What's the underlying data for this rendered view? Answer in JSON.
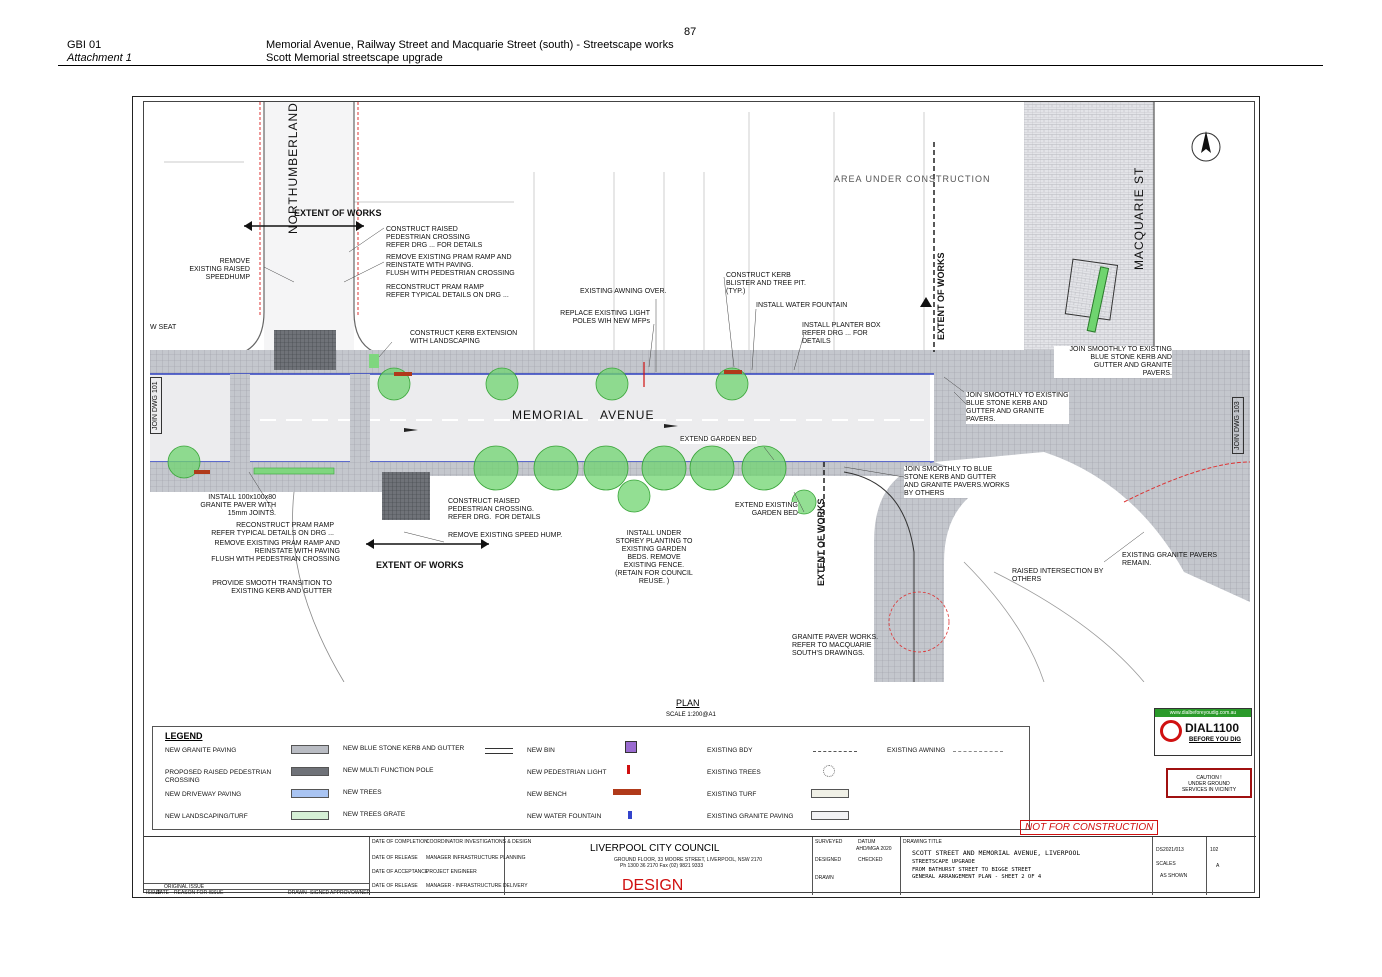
{
  "page": {
    "number": "87",
    "left_line1": "GBI 01",
    "left_line2": "Attachment 1",
    "title_line1": "Memorial Avenue, Railway Street and Macquarie Street (south) - Streetscape works",
    "title_line2": "Scott Memorial streetscape upgrade"
  },
  "streets": {
    "northumberland": "NORTHUMBERLAND",
    "macquarie": "MACQUARIE   ST",
    "memorial": "MEMORIAL",
    "avenue": "AVENUE",
    "area_under_construction": "AREA UNDER CONSTRUCTION",
    "w_seat": "W SEAT",
    "join_dwg_101": "JOIN DWG 101",
    "join_dwg_103": "JOIN DWG 103"
  },
  "extents": {
    "top_left": "EXTENT OF WORKS",
    "bottom_left": "EXTENT OF WORKS",
    "top_right": "EXTENT OF WORKS",
    "bottom_right": "EXTENT OF WORKS"
  },
  "notes": {
    "construct_raised": "CONSTRUCT RAISED\nPEDESTRIAN CROSSING\nREFER DRG ... FOR DETAILS",
    "remove_pram_top": "REMOVE EXISTING PRAM RAMP AND\nREINSTATE WITH PAVING.\nFLUSH WITH PEDESTRIAN CROSSING",
    "reconstruct_pram_top": "RECONSTRUCT PRAM RAMP\nREFER TYPICAL DETAILS ON DRG ...",
    "remove_speedhump": "REMOVE\nEXISTING RAISED\nSPEEDHUMP",
    "kerb_extension": "CONSTRUCT KERB EXTENSION\nWITH LANDSCAPING",
    "awning": "EXISTING AWNING OVER.",
    "light_poles": "REPLACE EXISTING LIGHT\nPOLES WIH NEW MFPs",
    "kerb_blister": "CONSTRUCT KERB\nBLISTER AND TREE PIT.\n(TYP.)",
    "water_fountain": "INSTALL WATER FOUNTAIN",
    "planter_box": "INSTALL PLANTER BOX\nREFER DRG ... FOR\nDETAILS",
    "join_right_top": "JOIN SMOOTHLY TO EXISTING\nBLUE STONE KERB AND\nGUTTER AND GRANITE\nPAVERS.",
    "join_mid": "JOIN SMOOTHLY TO EXISTING\nBLUE STONE KERB AND\nGUTTER AND GRANITE\nPAVERS.",
    "join_blue": "JOIN SMOOTHLY TO BLUE\nSTONE KERB AND GUTTER\nAND GRANITE PAVERS.WORKS\nBY OTHERS",
    "extend_garden": "EXTEND GARDEN BED",
    "extend_existing_garden": "EXTEND EXISTING\nGARDEN BED",
    "granite_paver": "INSTALL 100x100x80\nGRANITE PAVER WITH\n15mm JOINTS.",
    "reconstruct_pram_bottom": "RECONSTRUCT PRAM RAMP\nREFER TYPICAL DETAILS ON DRG ...",
    "remove_pram_bottom": "REMOVE EXISTING PRAM RAMP AND\nREINSTATE WITH PAVING\nFLUSH WITH PEDESTRIAN CROSSING",
    "smooth_transition": "PROVIDE SMOOTH TRANSITION TO\nEXISTING KERB AND GUTTER",
    "construct_raised_bottom": "CONSTRUCT RAISED\nPEDESTRIAN CROSSING.\nREFER DRG.  FOR DETAILS",
    "remove_speed_hump": "REMOVE EXISTING SPEED HUMP.",
    "under_storey": "INSTALL UNDER\nSTOREY PLANTING TO\nEXISTING GARDEN\nBEDS. REMOVE\nEXISTING FENCE.\n(RETAIN FOR COUNCIL\nREUSE. )",
    "raised_intersection": "RAISED INTERSECTION BY\nOTHERS",
    "existing_granite": "EXISTING GRANITE PAVERS\nREMAIN.",
    "granite_works": "GRANITE PAVER WORKS.\nREFER TO MACQUARIE\nSOUTH'S DRAWINGS."
  },
  "plan": {
    "title": "PLAN",
    "scale": "SCALE 1:200@A1"
  },
  "legend": {
    "title": "LEGEND",
    "items": {
      "granite": "NEW GRANITE PAVING",
      "raised": "PROPOSED RAISED PEDESTRIAN\nCROSSING",
      "driveway": "NEW DRIVEWAY PAVING",
      "landscape": "NEW LANDSCAPING/TURF",
      "bluestone": "NEW BLUE STONE KERB AND GUTTER",
      "mfp": "NEW MULTI FUNCTION POLE",
      "trees": "NEW TREES",
      "trees_grate": "NEW TREES GRATE",
      "bin": "NEW BIN",
      "light": "NEW PEDESTRIAN LIGHT",
      "bench": "NEW BENCH",
      "fountain": "NEW WATER FOUNTAIN",
      "boy": "EXISTING BDY",
      "ex_trees": "EXISTING TREES",
      "ex_turf": "EXISTING TURF",
      "ex_granite": "EXISTING GRANITE PAVING",
      "ex_awning": "EXISTING AWNING"
    }
  },
  "dial": {
    "site": "www.dialbeforeyoudig.com.au",
    "number": "DIAL1100",
    "tagline": "BEFORE YOU DIG",
    "caution": "CAUTION !\nUNDER GROUND\nSERVICES IN VICINITY"
  },
  "title_block": {
    "not_for_construction": "NOT FOR CONSTRUCTION",
    "council": "LIVERPOOL CITY COUNCIL",
    "address": "GROUND FLOOR, 33 MOORE STREET, LIVERPOOL, NSW 2170",
    "phone": "Ph 1300 36 2170     Fax (02) 9821 9333",
    "status": "DESIGN",
    "project_line1": "SCOTT STREET AND MEMORIAL AVENUE, LIVERPOOL",
    "project_line2": "STREETSCAPE UPGRADE",
    "project_line3": "FROM BATHURST STREET TO BIGGE STREET",
    "project_line4": "GENERAL ARRANGEMENT PLAN - SHEET 2 OF 4",
    "drawing_title": "DRAWING TITLE",
    "job_no": "DS2021/013",
    "dwg_no": "102",
    "issue": "A",
    "scale": "AS SHOWN",
    "scales_label": "SCALES",
    "surveyed": "SURVEYED",
    "designed": "DESIGNED",
    "checked": "CHECKED",
    "drawn": "DRAWN",
    "datum": "DATUM",
    "datum_val": "AHD/MGA 2020",
    "date_completion": "DATE OF COMPLETION",
    "date_release": "DATE OF RELEASE",
    "date_acceptance": "DATE OF ACCEPTANCE",
    "coord": "COORDINATOR INVESTIGATIONS & DESIGN",
    "mgr_planning": "MANAGER INFRASTRUCTURE PLANNING",
    "proj_eng": "PROJECT ENGINEER",
    "mgr_delivery": "MANAGER - INFRASTRUCTURE DELIVERY",
    "original_issue": "ORIGINAL ISSUE",
    "issue_col": "ISSUE",
    "date_col": "DATE",
    "reason_col": "REASON FOR ISSUE",
    "drawn_col": "DRAWN",
    "signed_col": "SIGNED",
    "approv_col": "APPROV",
    "owner_col": "OWNER"
  },
  "colors": {
    "paving": "#b9bcc3",
    "road": "#e9eaec",
    "tree": "#6fd46f",
    "tree_border": "#3aa53a",
    "red": "#d01010",
    "kerb": "#4a55c8"
  }
}
